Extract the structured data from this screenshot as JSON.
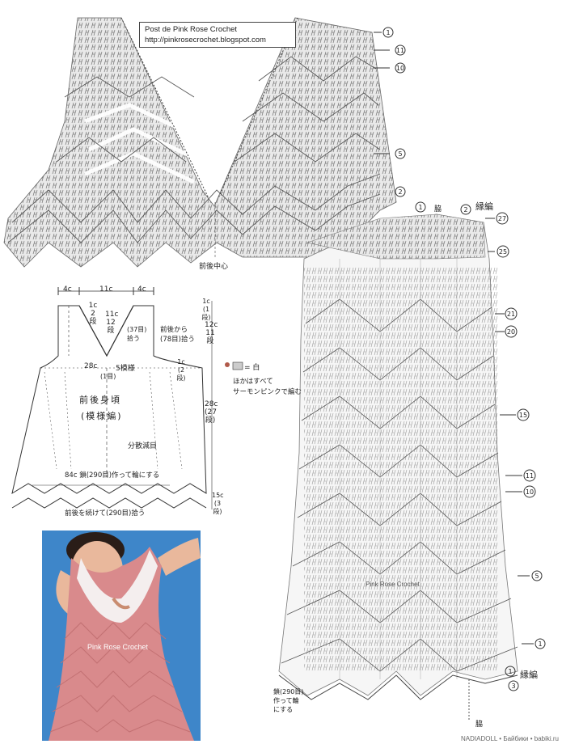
{
  "credit": {
    "line1": "Post de Pink Rose Crochet",
    "line2": "http://pinkrosecrochet.blogspot.com"
  },
  "top_chart": {
    "center_label": "前後中心"
  },
  "right_chart": {
    "rows": [
      "1",
      "11",
      "10",
      "5",
      "2",
      "1",
      "2",
      "27",
      "25",
      "21",
      "20",
      "15",
      "11",
      "10",
      "5",
      "1",
      "1",
      "3"
    ],
    "waki_top": "脇",
    "waki_bottom": "脇",
    "edging_top": "縁編",
    "edging_bottom": "縁編",
    "watermark": "Pink Rose Crochet",
    "chain_note": [
      "鎖(290目)",
      "作って輪",
      "にする"
    ]
  },
  "schematic": {
    "dim_top_left": "4c",
    "dim_top_mid": "11c",
    "dim_top_right": "4c",
    "neck_rows": [
      "1c",
      "2",
      "段"
    ],
    "v_label": [
      "11c",
      "12",
      "段"
    ],
    "pick_side": [
      "(37目)",
      "拾う"
    ],
    "pick_front": [
      "前後から",
      "(78目)拾う"
    ],
    "bust": "28c",
    "bust_sts": "(1目)",
    "pattern_label": "5模様",
    "body_title": "前後身頃",
    "body_sub": "(模様編)",
    "decrease": "分散減目",
    "hem_chain": "84c 鎖(290目)作って輪にする",
    "hem_pick": "前後を続けて(290目)拾う",
    "right_top": [
      "1c",
      "(1",
      "段)"
    ],
    "right_yoke": [
      "12c",
      "11",
      "段"
    ],
    "right_body": [
      "28c",
      "(27",
      "段)"
    ],
    "right_hem": [
      "15c",
      "(3",
      "段)"
    ],
    "shoulder_right": [
      "1c",
      "(2",
      "段)"
    ]
  },
  "legend": {
    "white": "= 白",
    "note1": "ほかはすべて",
    "note2": "サーモンピンクで編む"
  },
  "photo": {
    "watermark": "Pink Rose Crochet"
  },
  "footer": "NADIADOLL • Байбики • babiki.ru",
  "colors": {
    "photo_bg": "#3e86c9",
    "dress": "#d98a8c",
    "yoke": "#f4eeee",
    "skin": "#e9b89c",
    "chart_ink": "#333333"
  }
}
